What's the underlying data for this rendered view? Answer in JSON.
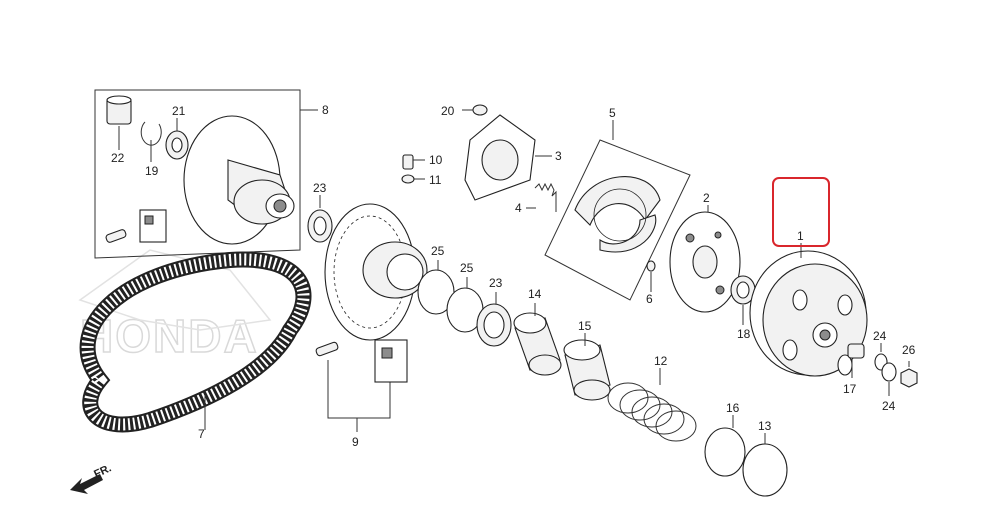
{
  "diagram": {
    "callouts": [
      {
        "id": "c1",
        "label": "1"
      },
      {
        "id": "c2",
        "label": "2"
      },
      {
        "id": "c3",
        "label": "3"
      },
      {
        "id": "c4",
        "label": "4"
      },
      {
        "id": "c5",
        "label": "5"
      },
      {
        "id": "c6",
        "label": "6"
      },
      {
        "id": "c7",
        "label": "7"
      },
      {
        "id": "c8",
        "label": "8"
      },
      {
        "id": "c9",
        "label": "9"
      },
      {
        "id": "c10",
        "label": "10"
      },
      {
        "id": "c11",
        "label": "11"
      },
      {
        "id": "c12",
        "label": "12"
      },
      {
        "id": "c13",
        "label": "13"
      },
      {
        "id": "c14",
        "label": "14"
      },
      {
        "id": "c15",
        "label": "15"
      },
      {
        "id": "c16",
        "label": "16"
      },
      {
        "id": "c17",
        "label": "17"
      },
      {
        "id": "c18",
        "label": "18"
      },
      {
        "id": "c19",
        "label": "19"
      },
      {
        "id": "c20",
        "label": "20"
      },
      {
        "id": "c21",
        "label": "21"
      },
      {
        "id": "c22",
        "label": "22"
      },
      {
        "id": "c23a",
        "label": "23"
      },
      {
        "id": "c23b",
        "label": "23"
      },
      {
        "id": "c24a",
        "label": "24"
      },
      {
        "id": "c24b",
        "label": "24"
      },
      {
        "id": "c25a",
        "label": "25"
      },
      {
        "id": "c25b",
        "label": "25"
      },
      {
        "id": "c26",
        "label": "26"
      }
    ],
    "direction_label": "FR.",
    "watermark": "HONDA",
    "highlight_color": "#d9262c",
    "line_color": "#333333"
  }
}
